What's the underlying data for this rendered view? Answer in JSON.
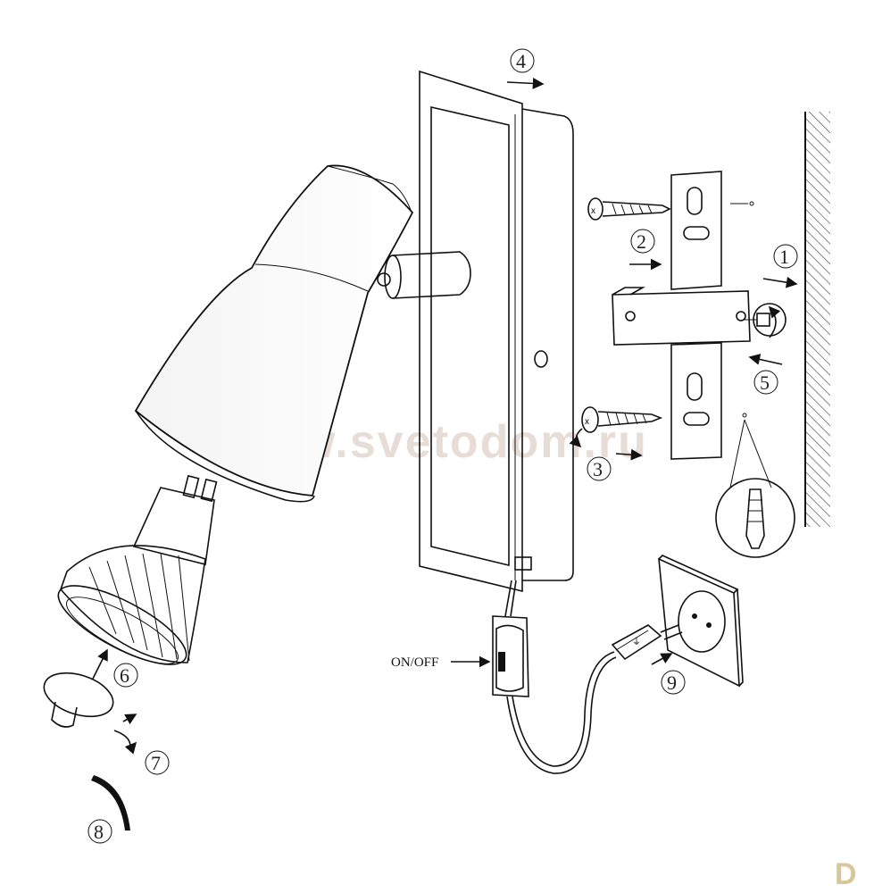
{
  "steps": [
    "1",
    "2",
    "3",
    "4",
    "5",
    "6",
    "7",
    "8",
    "9"
  ],
  "switch_label": "ON/OFF",
  "watermark_text": "www.svetodom.ru",
  "logo_letter": "D",
  "colors": {
    "line": "#111111",
    "watermark": "#b08870",
    "logo": "#d9c69a",
    "background": "#ffffff"
  }
}
